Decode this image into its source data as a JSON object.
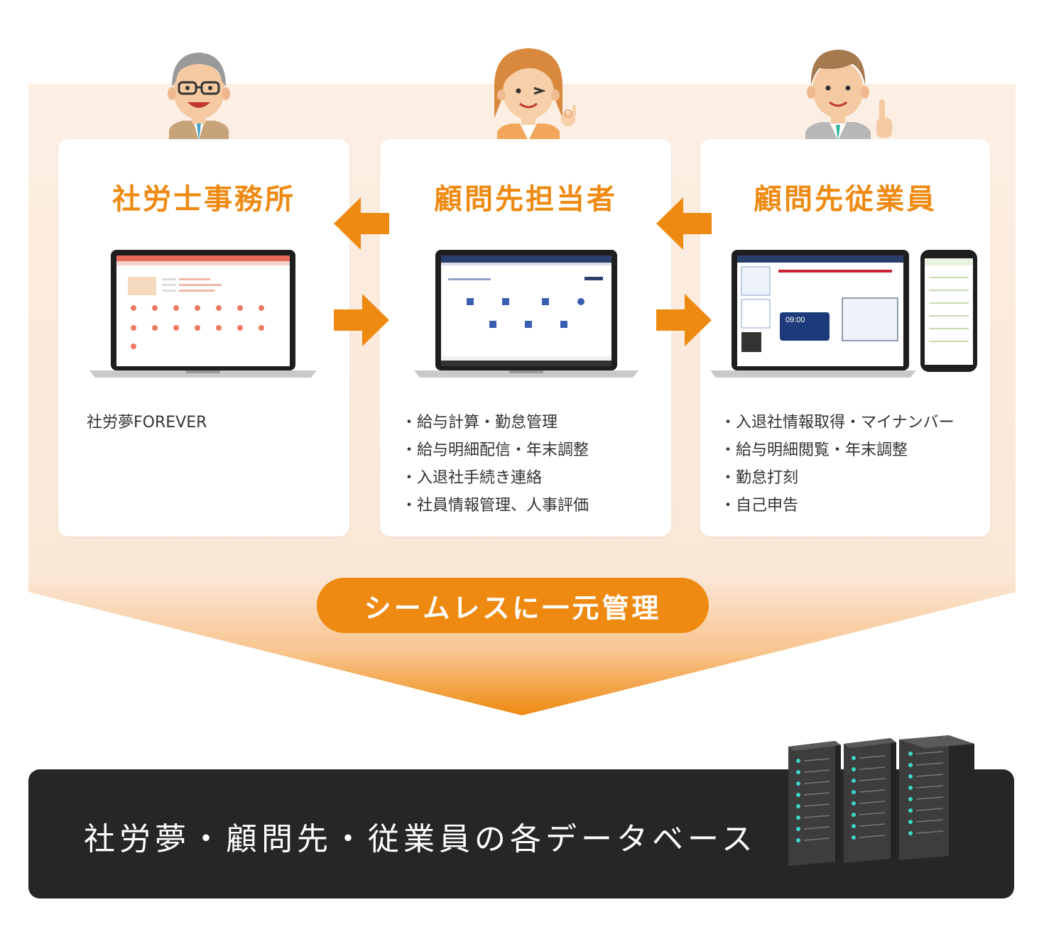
{
  "colors": {
    "accent": "#ee8a12",
    "panel_background": "#fbece0",
    "database_bar": "#262626",
    "server_led": "#3fd6c8"
  },
  "cards": [
    {
      "title": "社労士事務所",
      "avatar": "senior-man-glasses",
      "device": "laptop-icon-grid",
      "items": [
        "社労夢FOREVER"
      ]
    },
    {
      "title": "顧問先担当者",
      "avatar": "woman-winking-ok",
      "device": "laptop-icon-menu",
      "items": [
        "給与計算・勤怠管理",
        "給与明細配信・年末調整",
        "入退社手続き連絡",
        "社員情報管理、人事評価"
      ]
    },
    {
      "title": "顧問先従業員",
      "avatar": "man-pointing",
      "device": "laptop-and-smartphone",
      "items": [
        "入退社情報取得・マイナンバー",
        "給与明細閲覧・年末調整",
        "勤怠打刻",
        "自己申告"
      ]
    }
  ],
  "seamless_label": "シームレスに一元管理",
  "database_label": "社労夢・顧問先・従業員の各データベース",
  "screen_texts": {
    "time": "09:00"
  }
}
